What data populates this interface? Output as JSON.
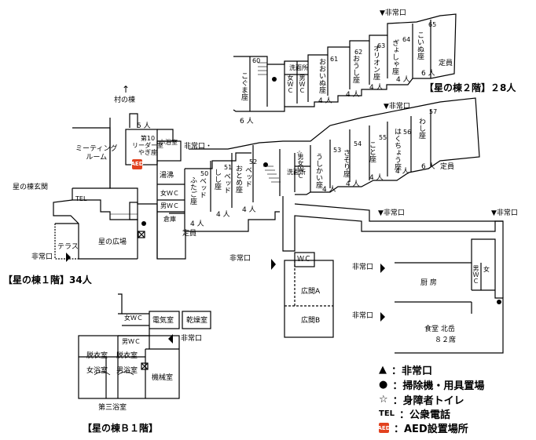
{
  "floor2": {
    "caption": "【星の棟２階】２8人",
    "emergency_exit": "▼非常口",
    "rooms": [
      {
        "num": "65",
        "name": "こいぬ座",
        "people": "6 人"
      },
      {
        "num": "64",
        "name": "ぎょしゃ座",
        "people": "4 人"
      },
      {
        "num": "63",
        "name": "オリオン座",
        "people": "4 人"
      },
      {
        "num": "62",
        "name": "おうし座",
        "people": "4 人"
      },
      {
        "num": "61",
        "name": "おおいぬ座",
        "people": "4 人"
      },
      {
        "num": "60",
        "name": "こぐま座",
        "people": "6 人"
      }
    ],
    "washroom": "洗面所",
    "wc_women": "女ＷＣ",
    "wc_men": "男ＷＣ",
    "staff": "定員"
  },
  "floor1": {
    "caption": "【星の棟１階】34人",
    "village_building": "村の棟",
    "emergency_exits": [
      "非常口・",
      "▼非常口",
      "▼非常口",
      "非常口",
      "非常口",
      "非常口",
      "非常口"
    ],
    "rooms": [
      {
        "num": "57",
        "name": "わし座",
        "people": "6 人"
      },
      {
        "num": "56",
        "name": "はくちょう座",
        "people": "4 人"
      },
      {
        "num": "55",
        "name": "こと座",
        "people": "4 人"
      },
      {
        "num": "54",
        "name": "さそり座",
        "people": "4 人"
      },
      {
        "num": "53",
        "name": "うしかい座",
        "people": "4 人"
      },
      {
        "num": "52",
        "name": "おとめ座",
        "bed": "ベッド",
        "people": "4 人"
      },
      {
        "num": "51",
        "name": "しし座",
        "bed": "ベッド",
        "people": "4 人"
      },
      {
        "num": "50",
        "name": "ふたご座",
        "bed": "ベッド",
        "people": "4 人"
      }
    ],
    "leader_room": "第10\nリーダー室\nやぎ座",
    "leader_people": "5 人",
    "small_bath": "小浴室",
    "meeting_room": "ミーティング\nルーム",
    "entrance": "星の棟玄関",
    "tel": "TEL",
    "terrace": "テラス",
    "plaza": "星の広場",
    "hot_water": "湯沸",
    "wc_women": "女ＷＣ",
    "wc_men": "男ＷＣ",
    "storage": "倉庫",
    "washroom": "洗面所",
    "wc_women2": "男女ＷＣ",
    "wc": "ＷＣ",
    "hall_a": "広間A",
    "hall_b": "広間B",
    "kitchen": "厨  房",
    "wc_men2": "男ＷＣ",
    "wc_women3": "女",
    "dining": "食堂  北岳",
    "dining_seats": "８２席",
    "staff": "定員",
    "aed": "AED"
  },
  "floorB1": {
    "caption": "【星の棟Ｂ１階】",
    "electrical": "電気室",
    "drying": "乾燥室",
    "wc_women": "女ＷＣ",
    "wc_men": "男ＷＣ",
    "emergency_exit": "非常口",
    "dressing1": "脱衣室",
    "dressing2": "脱衣室",
    "women_bath": "女浴室",
    "men_bath": "男浴室",
    "machine_room": "機械室",
    "bath_name": "第三浴室"
  },
  "legend": [
    {
      "symbol": "▲",
      "label": "：非常口"
    },
    {
      "symbol": "●",
      "label": "：掃除機・用具置場"
    },
    {
      "symbol": "☆",
      "label": "：身障者トイレ"
    },
    {
      "symbol": "TEL",
      "label": "：公衆電話"
    },
    {
      "symbol": "AED",
      "label": "：AED設置場所"
    }
  ]
}
